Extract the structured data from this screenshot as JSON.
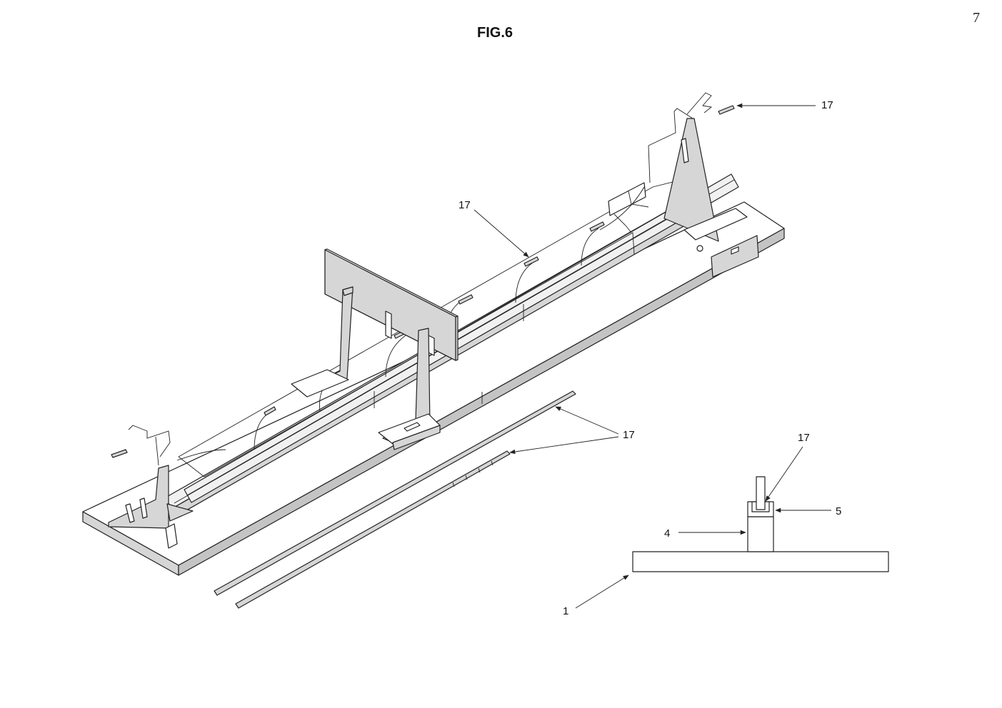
{
  "page": {
    "number": "7",
    "figure_title": "FIG.6"
  },
  "labels": {
    "strip_top_right": "17",
    "strip_middle": "17",
    "loose_strips": "17",
    "section_strip": "17",
    "section_part_5": "5",
    "section_part_4": "4",
    "section_base_1": "1"
  },
  "colors": {
    "panel_fill": "#d6d6d6",
    "line": "#222222",
    "background": "#ffffff"
  }
}
